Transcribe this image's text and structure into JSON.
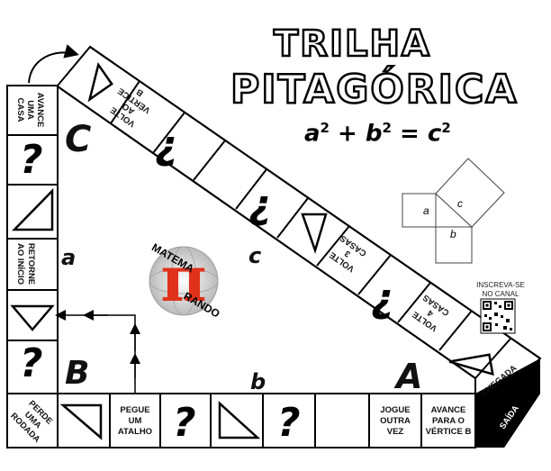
{
  "title": {
    "line1": "TRILHA",
    "line2": "PITAGÓRICA"
  },
  "formula": {
    "a": "a",
    "b": "b",
    "c": "c",
    "exp": "2",
    "plus": "+",
    "eq": "="
  },
  "vertices": {
    "A": "A",
    "B": "B",
    "C": "C"
  },
  "sides": {
    "a": "a",
    "b": "b",
    "c": "c"
  },
  "logo": {
    "left": "MATEMA",
    "right": "RANDO",
    "symbol": "π"
  },
  "channel": {
    "line1": "INSCREVA-SE",
    "line2": "NO CANAL"
  },
  "square_labels": {
    "a": "a",
    "b": "b",
    "c": "c"
  },
  "glyphs": {
    "question": "?",
    "inverted_question": "¿"
  },
  "cells": {
    "chegada": "CHEGADA",
    "saida": "SAÍDA",
    "avance_vertice": [
      "AVANCE",
      "PARA O",
      "VÉRTICE B"
    ],
    "jogue_outra": [
      "JOGUE",
      "OUTRA",
      "VEZ"
    ],
    "pegue_atalho": [
      "PEGUE",
      "UM",
      "ATALHO"
    ],
    "perde_rodada": [
      "PERDE",
      "UMA",
      "RODADA"
    ],
    "retorne_inicio": [
      "RETORNE",
      "AO INÍCIO"
    ],
    "avance_casa": [
      "AVANCE",
      "UMA",
      "CASA"
    ],
    "volte_vertice": [
      "VOLTE",
      "AO",
      "VÉRTICE",
      "B"
    ],
    "volte_3": [
      "VOLTE",
      "3",
      "CASAS"
    ],
    "volte_4": [
      "VOLTE",
      "4",
      "CASAS"
    ]
  }
}
